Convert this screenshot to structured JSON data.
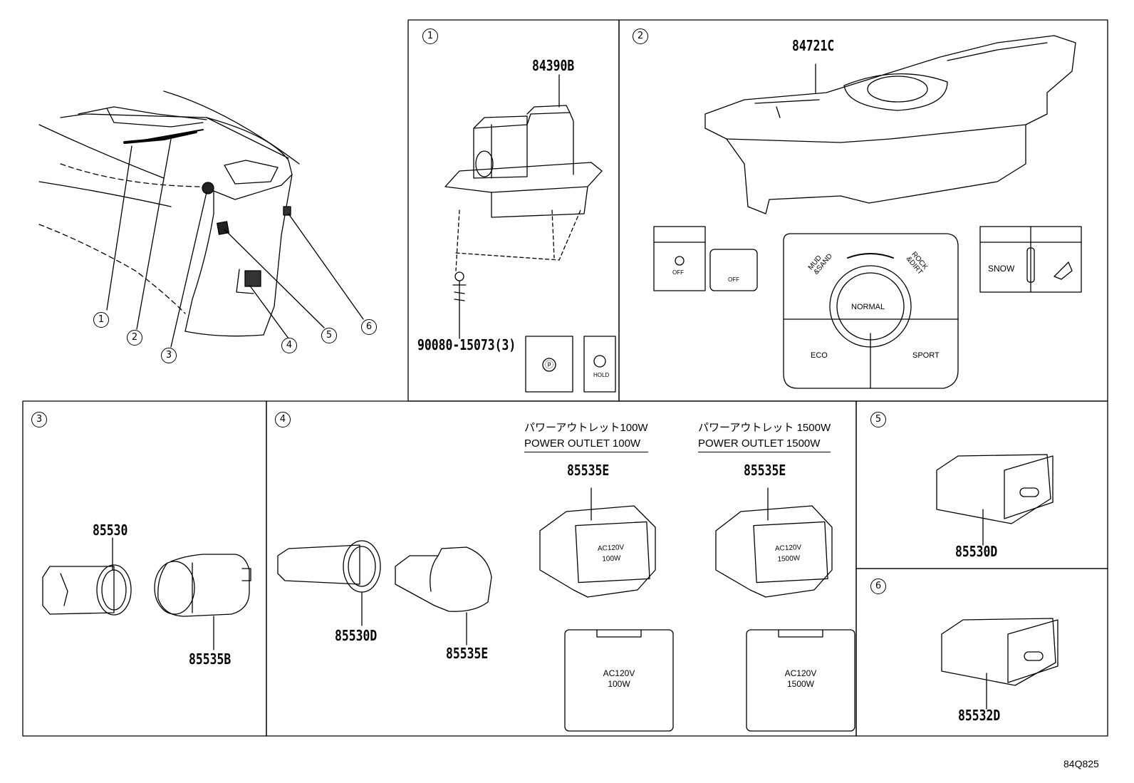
{
  "overview": {
    "callouts": [
      "1",
      "2",
      "3",
      "4",
      "5",
      "6"
    ]
  },
  "section1": {
    "number": "1",
    "part_main": "84390B",
    "part_screw": "90080-15073(3)",
    "button_hold": "HOLD"
  },
  "section2": {
    "number": "2",
    "part_main": "84721C",
    "dial": {
      "center": "NORMAL",
      "mud": "MUD\n&SAND",
      "rock": "ROCK\n&DIRT",
      "eco": "ECO",
      "sport": "SPORT"
    },
    "buttons": {
      "a_off": "OFF",
      "traction_off": "OFF",
      "snow": "SNOW"
    }
  },
  "section3": {
    "number": "3",
    "part_a": "85530",
    "part_b": "85535B"
  },
  "section4": {
    "number": "4",
    "part_a": "85530D",
    "part_b": "85535E",
    "outlet100": {
      "jp": "パワーアウトレット100W",
      "en": "POWER OUTLET 100W",
      "part": "85535E",
      "cover_label_1": "AC120V",
      "cover_label_2": "100W"
    },
    "outlet1500": {
      "jp": "パワーアウトレット 1500W",
      "en": "POWER OUTLET 1500W",
      "part": "85535E",
      "cover_label_1": "AC120V",
      "cover_label_2": "1500W"
    }
  },
  "section5": {
    "number": "5",
    "part": "85530D"
  },
  "section6": {
    "number": "6",
    "part": "85532D"
  },
  "drawing_number": "84Q825"
}
